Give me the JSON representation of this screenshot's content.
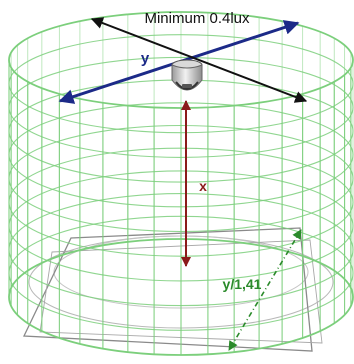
{
  "labels": {
    "title": "Minimum 0.4lux",
    "y": "y",
    "x": "x",
    "diag": "y/1,41"
  },
  "colors": {
    "grid": "#7ccf7c",
    "y_arrow": "#1c2a88",
    "x_arrow": "#8b1a1a",
    "diag_arrow": "#2a8a2a",
    "title_arrow": "#111111",
    "floor_square": "#8a8a8a"
  },
  "icons": {
    "device": "ceiling-sensor-icon"
  }
}
